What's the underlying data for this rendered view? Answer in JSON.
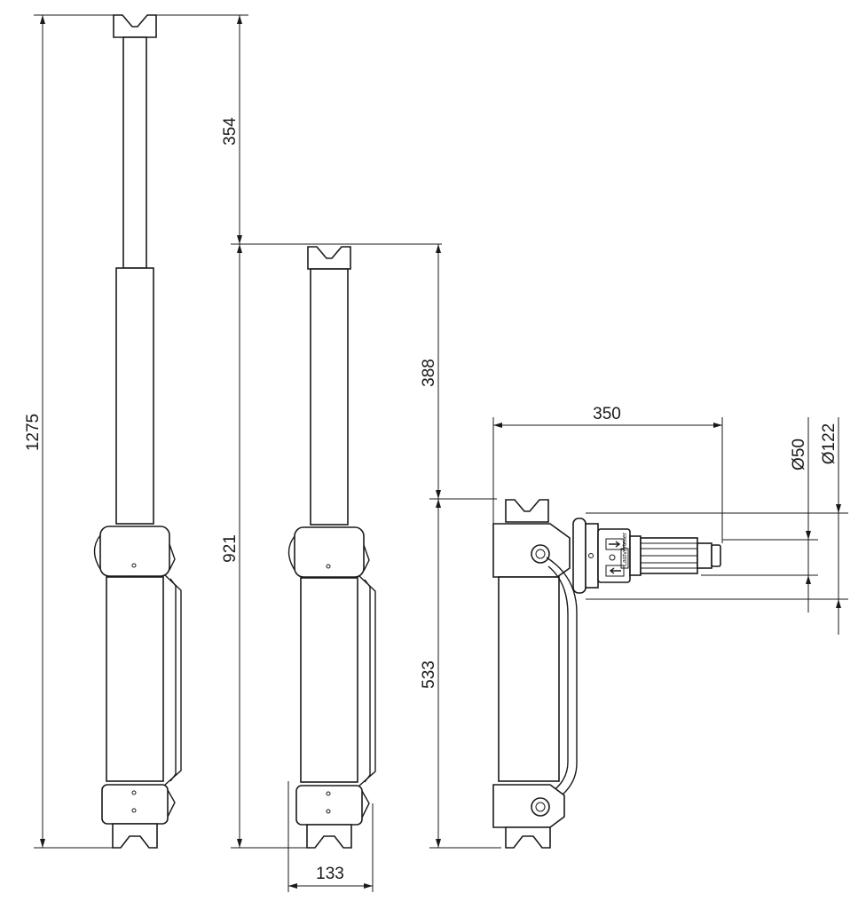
{
  "drawing": {
    "colors": {
      "line": "#1a1a1a",
      "background": "#ffffff"
    },
    "dimensions": {
      "total_extended_height": "1275",
      "upper_extension": "354",
      "retracted_height": "921",
      "mid_extension": "388",
      "lower_section": "533",
      "side_offset": "350",
      "base_width": "133",
      "small_diameter": "Ø50",
      "large_diameter": "Ø122"
    },
    "icons": [
      "arrow-left-icon",
      "arrow-right-icon"
    ],
    "label_plate": "Lastverteiler"
  }
}
